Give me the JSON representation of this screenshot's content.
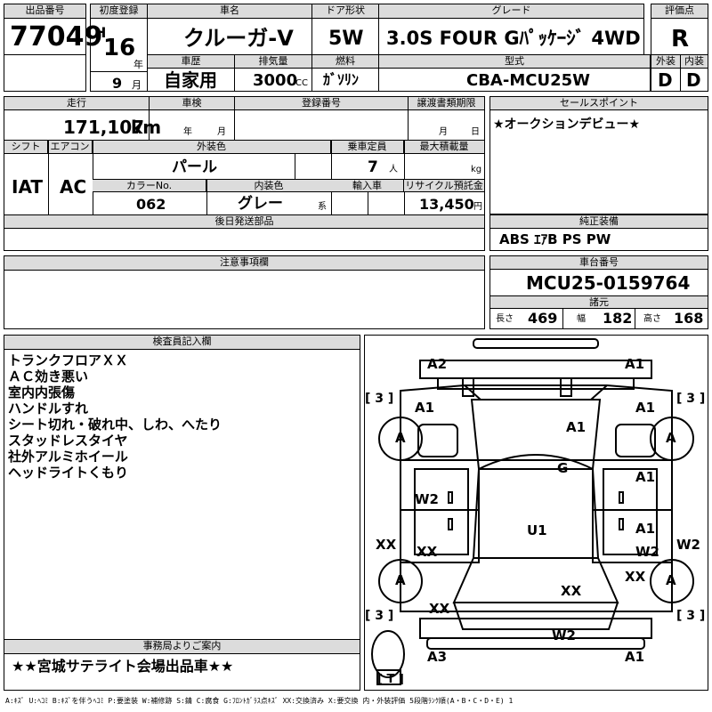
{
  "header": {
    "lot_no_label": "出品番号",
    "lot_no": "77049",
    "first_reg_label": "初度登録",
    "era": "H",
    "year": "16",
    "year_unit": "年",
    "month": "9",
    "month_unit": "月",
    "car_name_label": "車名",
    "car_name": "クルーガ-V",
    "door_label": "ドア形状",
    "door": "5W",
    "grade_label": "グレード",
    "grade": "3.0S FOUR Gﾊﾟｯｹｰｼﾞ 4WD",
    "score_label": "評価点",
    "score": "R",
    "history_label": "車歴",
    "history": "自家用",
    "displacement_label": "排気量",
    "displacement": "3000",
    "displacement_unit": "CC",
    "fuel_label": "燃料",
    "fuel": "ｶﾞｿﾘﾝ",
    "model_label": "型式",
    "model": "CBA-MCU25W",
    "ext_label": "外装",
    "ext_grade": "D",
    "int_label": "内装",
    "int_grade": "D"
  },
  "row2": {
    "mileage_label": "走行",
    "mileage": "171,107",
    "mileage_unit": "km",
    "inspection_label": "車検",
    "inspection_year_unit": "年",
    "inspection_month_unit": "月",
    "reg_no_label": "登録番号",
    "transfer_label": "譲渡書類期限",
    "transfer_month_unit": "月",
    "transfer_day_unit": "日",
    "shift_label": "シフト",
    "shift": "IAT",
    "ac_label": "エアコン",
    "ac": "AC",
    "ext_color_label": "外装色",
    "ext_color": "パール",
    "capacity_label": "乗車定員",
    "capacity": "7",
    "capacity_unit": "人",
    "max_load_label": "最大積載量",
    "max_load_unit": "kg",
    "color_no_label": "カラーNo.",
    "color_no": "062",
    "int_color_label": "内装色",
    "int_color": "グレー",
    "int_color_unit": "系",
    "import_label": "輸入車",
    "recycle_label": "リサイクル預託金",
    "recycle": "13,450",
    "recycle_unit": "円",
    "later_parts_label": "後日発送部品",
    "sales_point_label": "セールスポイント",
    "sales_point": "★オークションデビュー★",
    "equipment_label": "純正装備",
    "equipment": "ABS ｴｱB PS PW"
  },
  "notes": {
    "caution_label": "注意事項欄",
    "chassis_label": "車台番号",
    "chassis": "MCU25-0159764",
    "spec_label": "諸元",
    "length_label": "長さ",
    "length": "469",
    "width_label": "幅",
    "width": "182",
    "height_label": "高さ",
    "height": "168"
  },
  "inspector": {
    "label": "検査員記入欄",
    "lines": [
      "トランクフロアＸＸ",
      "ＡＣ効き悪い",
      "室内内張傷",
      "ハンドルすれ",
      "シート切れ・破れ中、しわ、へたり",
      "スタッドレスタイヤ",
      "社外アルミホイール",
      "ヘッドライトくもり"
    ]
  },
  "office": {
    "label": "事務局よりご案内",
    "message": "★★宮城サテライト会場出品車★★"
  },
  "diagram": {
    "marks": {
      "front_left_a2": "A2",
      "front_right_a1": "A1",
      "fl_fender": "A1",
      "fr_fender": "A1",
      "hood": "A1",
      "windshield": "G",
      "tire_fl": "A",
      "tire_fr": "A",
      "tire_rl": "A",
      "tire_rr": "A",
      "left_front_door": "W2",
      "right_front_door": "A1",
      "roof": "U1",
      "right_rear_door_a1": "A1",
      "right_rear_door_w2": "W2",
      "right_side_w2": "W2",
      "left_rocker_xx": "XX",
      "left_rear_door_xx": "XX",
      "right_quarter_xx": "XX",
      "rear_glass_xx": "XX",
      "left_quarter_xx": "XX",
      "rear_bumper_w2": "W2",
      "rear_left_a3": "A3",
      "rear_right_a1": "A1",
      "tire_count_fl": "[ 3 ]",
      "tire_count_fr": "[ 3 ]",
      "tire_count_rl": "[ 3 ]",
      "tire_count_rr": "[ 3 ]",
      "spare": "[ T ]"
    }
  },
  "legend": "A:ｷｽﾞ U:ﾍｺﾐ B:ｷｽﾞを伴うﾍｺﾐ P:要塗装 W:補修跡 S:錆 C:腐食 G:ﾌﾛﾝﾄｶﾞﾗｽ点ｷｽﾞ XX:交換済み X:要交換 内・外装評価 5段階ﾗﾝｸ順(A・B・C・D・E) 1"
}
